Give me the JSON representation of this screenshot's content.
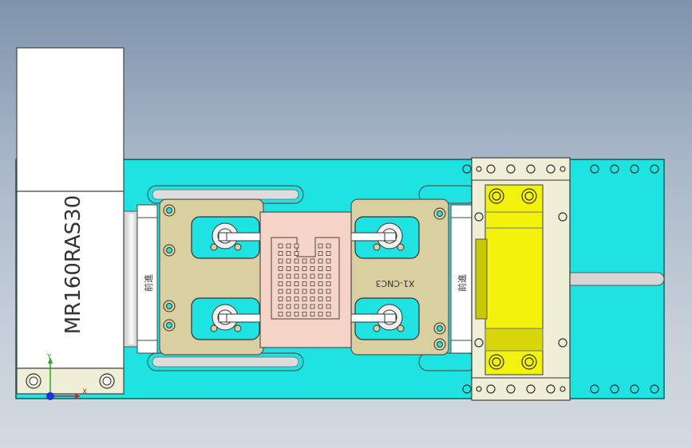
{
  "diagram": {
    "motor_model": "MR160RAS30",
    "fixture_label": "X1-CNC3",
    "bracket_label_left": "前進",
    "bracket_label_right": "前進",
    "axis_y": "Y",
    "axis_x": "X",
    "colors": {
      "plate": "#1fe3e3",
      "fixture": "#d9cfa0",
      "nest": "#f5d3c6",
      "carriage": "#efefd8",
      "yellow": "#f2f20c",
      "motor": "#ffffff"
    }
  }
}
